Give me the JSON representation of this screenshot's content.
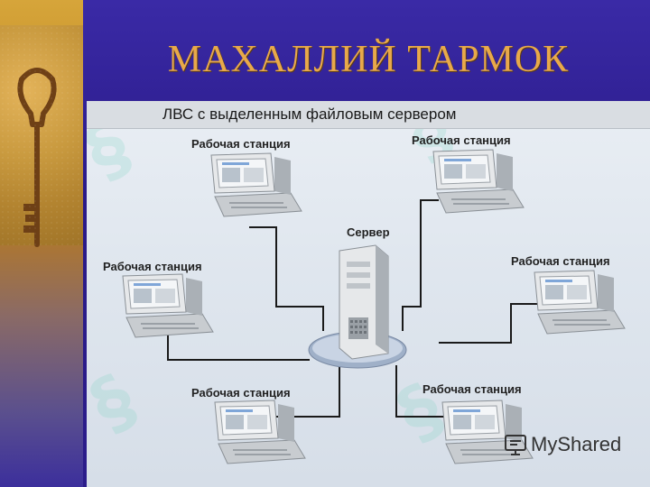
{
  "slide": {
    "title": "МАХАЛЛИЙ  ТАРМОК"
  },
  "diagram": {
    "title": "ЛВС с выделенным файловым сервером",
    "server_label": "Сервер",
    "workstations": [
      {
        "label": "Рабочая станция"
      },
      {
        "label": "Рабочая станция"
      },
      {
        "label": "Рабочая станция"
      },
      {
        "label": "Рабочая станция"
      },
      {
        "label": "Рабочая станция"
      },
      {
        "label": "Рабочая станция"
      }
    ]
  },
  "branding": {
    "text": "MyShared"
  },
  "colors": {
    "background": "#2d1e8c",
    "title": "#e8a94a",
    "wire": "#1a1a1a"
  },
  "icons": [
    "key-icon",
    "server-icon",
    "computer-icon",
    "myshared-logo-icon"
  ]
}
